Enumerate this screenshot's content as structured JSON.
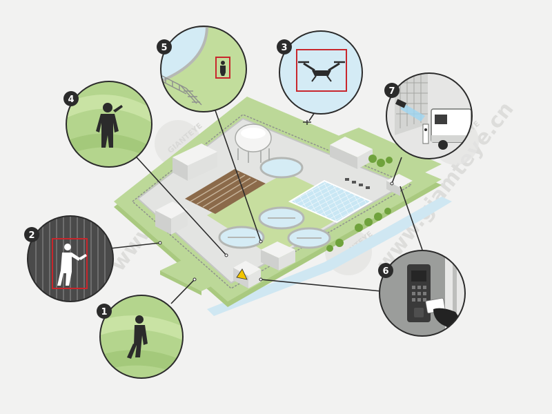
{
  "watermark": {
    "url": "www.giamteye.cn",
    "badge": "GIANTEYE"
  },
  "callouts": [
    {
      "number": "1",
      "icon": "walking-person-icon"
    },
    {
      "number": "2",
      "icon": "fence-cutter-intruder-icon"
    },
    {
      "number": "3",
      "icon": "drone-icon"
    },
    {
      "number": "4",
      "icon": "standing-intruder-icon"
    },
    {
      "number": "5",
      "icon": "tank-walkway-person-icon"
    },
    {
      "number": "6",
      "icon": "card-reader-icon"
    },
    {
      "number": "7",
      "icon": "gate-camera-truck-icon"
    }
  ],
  "colors": {
    "grass": "#bcd898",
    "badge": "#2b2b2b",
    "detection_box": "#c8262c",
    "water": "#cfe7f2",
    "warning": "#f2c500"
  }
}
